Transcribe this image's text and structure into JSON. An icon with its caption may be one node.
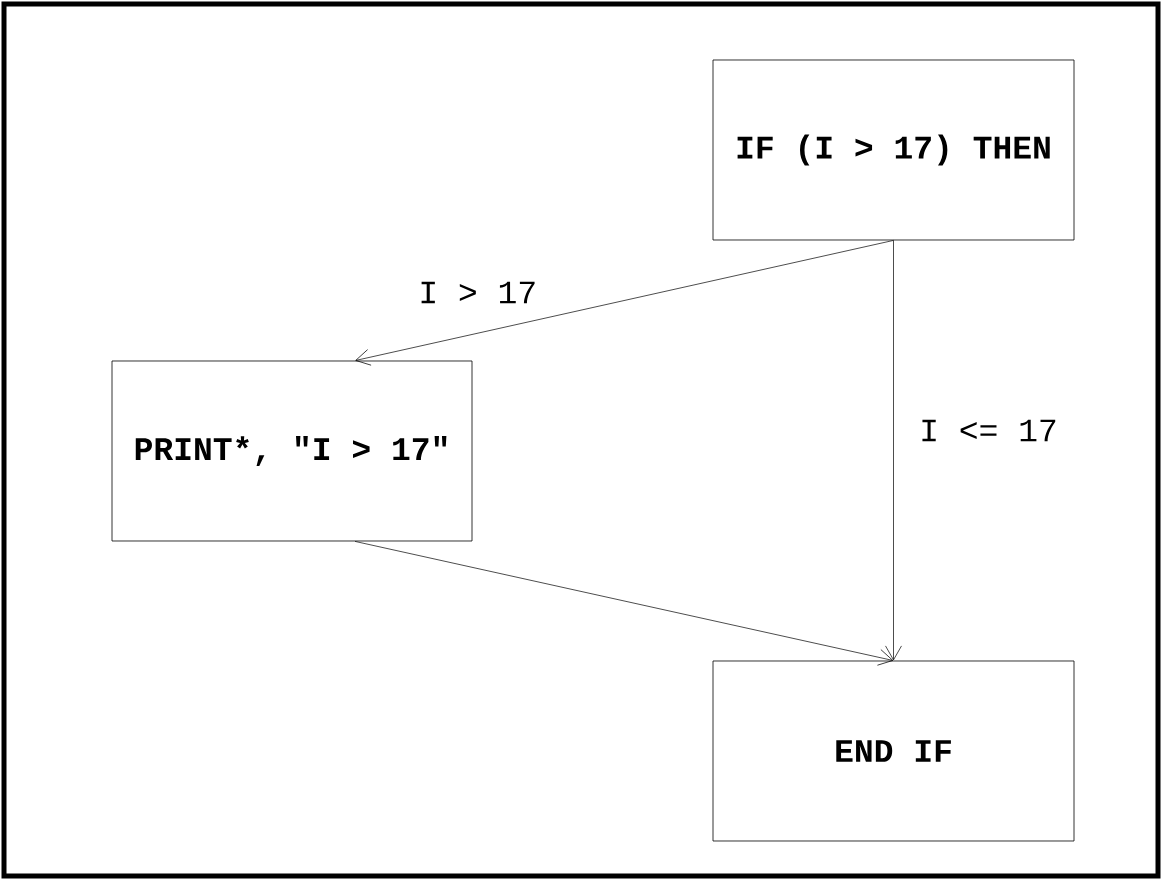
{
  "diagram": {
    "nodes": [
      {
        "text": [
          "IF (I > 17) THEN"
        ]
      },
      {
        "text": [
          "PRINT*, \"I > 17\""
        ]
      },
      {
        "text": [
          "END IF"
        ]
      }
    ],
    "edges": [
      {
        "from": 0,
        "to": 1,
        "arrow": "to",
        "label": "I > 17"
      },
      {
        "from": 0,
        "to": 2,
        "arrow": "to",
        "label": "I <= 17"
      },
      {
        "from": 1,
        "to": 2,
        "arrow": "to"
      }
    ]
  }
}
